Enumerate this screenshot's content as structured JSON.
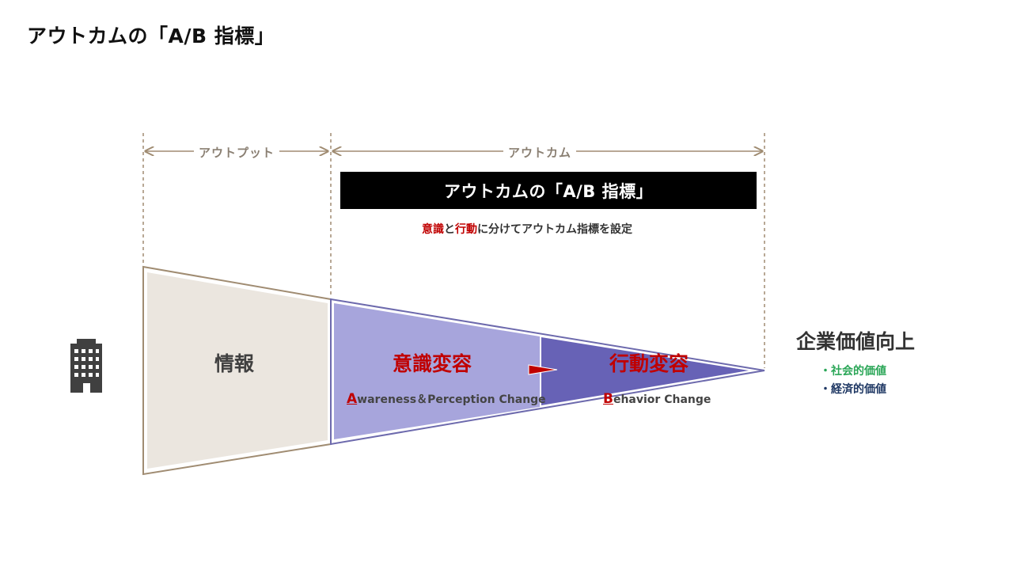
{
  "title": "アウトカムの「A/B 指標」",
  "spans": {
    "output": "アウトプット",
    "outcome": "アウトカム"
  },
  "banner": "アウトカムの「A/B 指標」",
  "subtitle": {
    "part1": "意識",
    "part2": "と",
    "part3": "行動",
    "part4": "に分けてアウトカム指標を設定"
  },
  "zones": {
    "info": {
      "label": "情報"
    },
    "awareness": {
      "label": "意識変容",
      "initial": "A",
      "rest": "wareness＆Perception Change"
    },
    "behavior": {
      "label": "行動変容",
      "initial": "B",
      "rest": "ehavior Change"
    }
  },
  "goal": {
    "label": "企業価値向上",
    "bullets": [
      "・社会的価値",
      "・経済的価値"
    ]
  },
  "colors": {
    "info_fill": "#ebe6df",
    "info_stroke": "#a08c72",
    "awareness_fill": "#a7a5dc",
    "behavior_fill": "#6762b6",
    "stroke_purple": "#6d6aad",
    "accent_red": "#c00000",
    "bullet_green": "#2aa657",
    "bullet_navy": "#1f3864",
    "dash": "#a08c72",
    "building": "#404040"
  },
  "icons": {
    "building": "building-icon",
    "arrow": "red-arrow-icon"
  }
}
